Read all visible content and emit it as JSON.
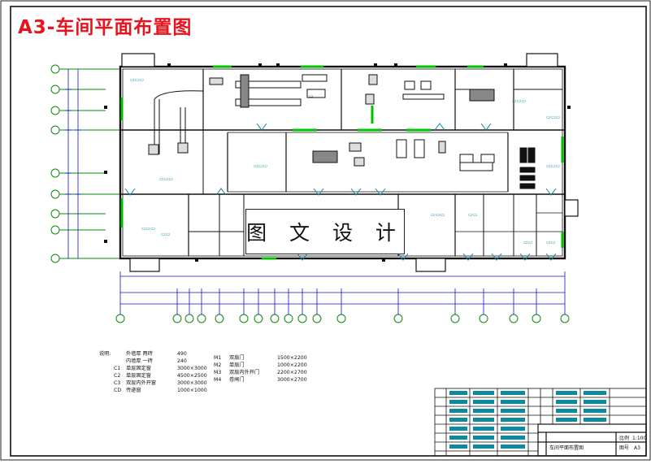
{
  "title": "A3-车间平面布置图",
  "watermark": "图 文 设 计",
  "colors": {
    "wall": "#111111",
    "door": "#00b800",
    "axis": "#0e8a0e",
    "equipment": "#1a1a1a",
    "label": "#0e8a9e",
    "title": "#e8141c",
    "dimension": "#1010d0"
  },
  "notes": {
    "heading": "说明:",
    "rows": [
      {
        "code": "",
        "name": "外墙厚  两砖",
        "value": "490"
      },
      {
        "code": "",
        "name": "内墙厚  一砖",
        "value": "240"
      },
      {
        "code": "C1",
        "name": "单层固定窗",
        "value": "3000×3000"
      },
      {
        "code": "C2",
        "name": "单层固定窗",
        "value": "4500×2500"
      },
      {
        "code": "C3",
        "name": "双层内外开窗",
        "value": "3000×3000"
      },
      {
        "code": "CD",
        "name": "传递窗",
        "value": "1000×1000"
      }
    ],
    "doors": [
      {
        "code": "M1",
        "name": "双扇门",
        "value": "1500×2200"
      },
      {
        "code": "M2",
        "name": "单扇门",
        "value": "1000×2200"
      },
      {
        "code": "M3",
        "name": "双扇内外开门",
        "value": "2200×2700"
      },
      {
        "code": "M4",
        "name": "卷闸门",
        "value": "3000×2700"
      }
    ]
  },
  "title_block": {
    "drawing_name": "车间平面布置图",
    "scale_label": "比例",
    "scale_value": "1:100",
    "sheet_label": "图号",
    "sheet_value": "A3"
  }
}
